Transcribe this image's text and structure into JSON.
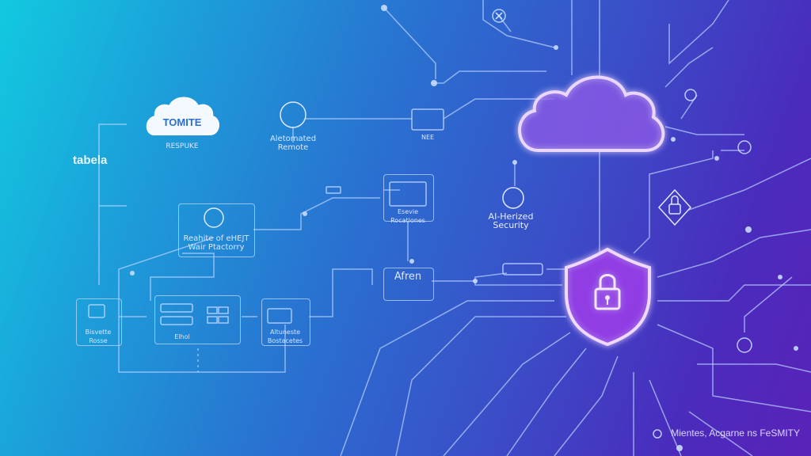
{
  "brand": "tabela",
  "cloud_card": {
    "title": "TOMITE",
    "subtitle": "RESPUKE"
  },
  "nodes": {
    "automated": "Aletomated\nRemote",
    "platform": "Reahite of eHEJT\nWair Ptactorry",
    "ai_security": "AI-Herized\nSecurity",
    "node_small_1": "NEE",
    "node_mid": "Esevie\nRocationes",
    "node_left": "Bisvette\nRosse",
    "node_win": "Elhol",
    "node_right": "Altuneste\nBostacetes",
    "arrow_box": "Afren"
  },
  "footer": "Mientes, Acgarne ns FeSMITY",
  "colors": {
    "glow": "#b56cff",
    "line": "#bcd4ff"
  }
}
